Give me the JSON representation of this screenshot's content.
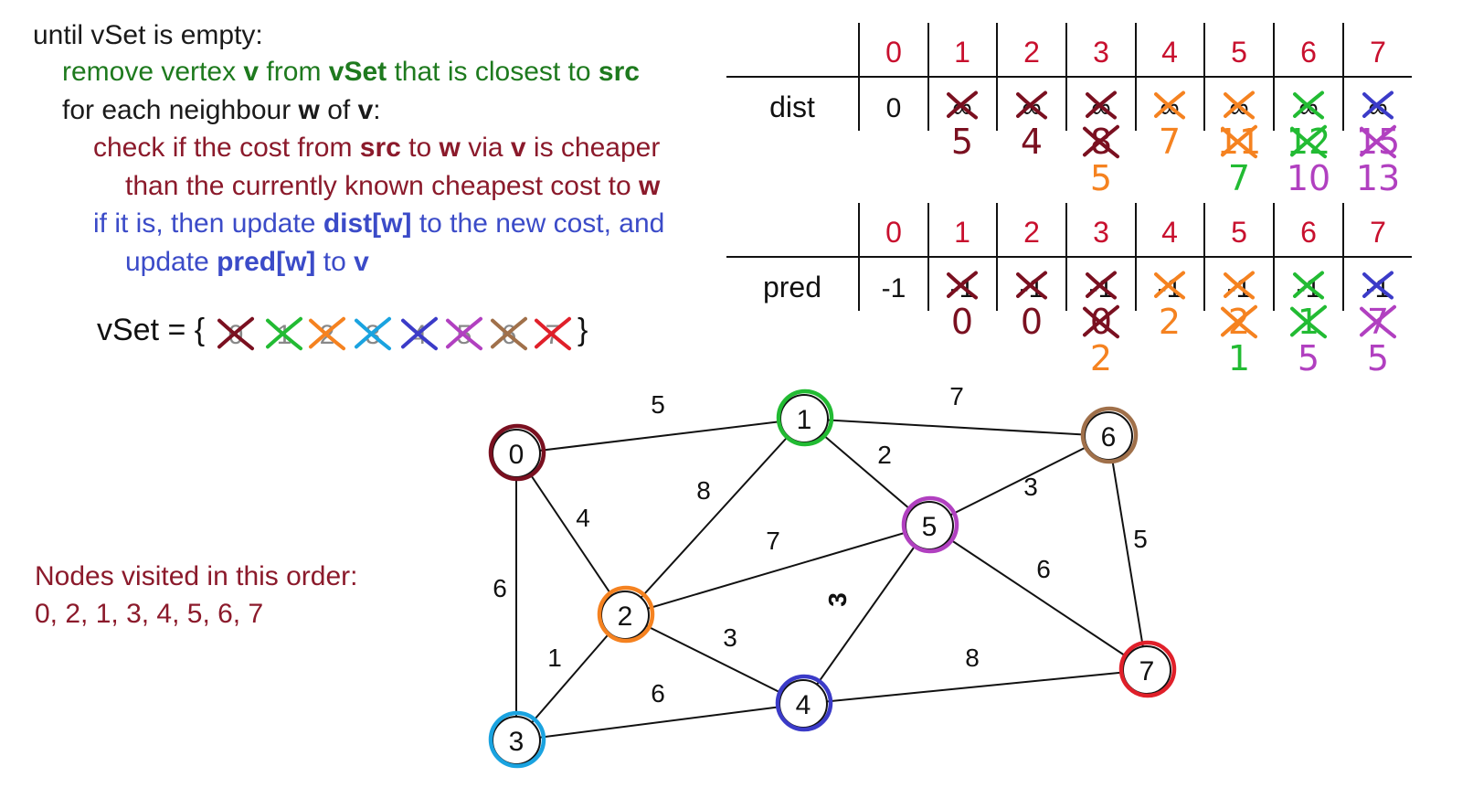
{
  "algorithm": {
    "line1": "until vSet is empty:",
    "line2_a": "remove vertex ",
    "line2_v": "v",
    "line2_b": " from ",
    "line2_vset": "vSet",
    "line2_c": " that is closest to ",
    "line2_src": "src",
    "line3_a": "for each neighbour ",
    "line3_w": "w",
    "line3_b": " of ",
    "line3_v": "v",
    "line3_c": ":",
    "line4_a": "check if the cost from ",
    "line4_src": "src",
    "line4_b": " to ",
    "line4_w": "w",
    "line4_c": " via ",
    "line4_v": "v",
    "line4_d": " is cheaper",
    "line5_a": "than the currently known cheapest cost to ",
    "line5_w": "w",
    "line6_a": "if it is, then update ",
    "line6_dist": "dist[w]",
    "line6_b": " to the new cost, and",
    "line7_a": "update ",
    "line7_pred": "pred[w]",
    "line7_b": " to ",
    "line7_v": "v"
  },
  "vset": {
    "label": "vSet = {",
    "close": "}",
    "items": [
      "0",
      "1",
      "2",
      "3",
      "4",
      "5",
      "6",
      "7"
    ]
  },
  "visited": {
    "line1": "Nodes visited in this order:",
    "line2": "0,  2,  1,  3,  4,  5,  6,  7"
  },
  "dist_table": {
    "label": "dist",
    "headers": [
      "0",
      "1",
      "2",
      "3",
      "4",
      "5",
      "6",
      "7"
    ],
    "initial": [
      "0",
      "∞",
      "∞",
      "∞",
      "∞",
      "∞",
      "∞",
      "∞"
    ],
    "updates": [
      [],
      [
        {
          "value": "5",
          "color": "#7a1020",
          "crossed": false
        }
      ],
      [
        {
          "value": "4",
          "color": "#7a1020",
          "crossed": false
        }
      ],
      [
        {
          "value": "8",
          "color": "#7a1020",
          "crossed": true
        },
        {
          "value": "5",
          "color": "#f58220",
          "crossed": false
        }
      ],
      [
        {
          "value": "7",
          "color": "#f58220",
          "crossed": false
        }
      ],
      [
        {
          "value": "11",
          "color": "#f58220",
          "crossed": true
        },
        {
          "value": "7",
          "color": "#22bb33",
          "crossed": false
        }
      ],
      [
        {
          "value": "12",
          "color": "#22bb33",
          "crossed": true
        },
        {
          "value": "10",
          "color": "#b140c0",
          "crossed": false
        }
      ],
      [
        {
          "value": "15",
          "color": "#b140c0",
          "crossed": true
        },
        {
          "value": "13",
          "color": "#b140c0",
          "crossed": false
        }
      ]
    ]
  },
  "pred_table": {
    "label": "pred",
    "headers": [
      "0",
      "1",
      "2",
      "3",
      "4",
      "5",
      "6",
      "7"
    ],
    "initial": [
      "-1",
      "-1",
      "-1",
      "-1",
      "-1",
      "-1",
      "-1",
      "-1"
    ],
    "updates": [
      [],
      [
        {
          "value": "0",
          "color": "#7a1020",
          "crossed": false
        }
      ],
      [
        {
          "value": "0",
          "color": "#7a1020",
          "crossed": false
        }
      ],
      [
        {
          "value": "0",
          "color": "#7a1020",
          "crossed": true
        },
        {
          "value": "2",
          "color": "#f58220",
          "crossed": false
        }
      ],
      [
        {
          "value": "2",
          "color": "#f58220",
          "crossed": false
        }
      ],
      [
        {
          "value": "2",
          "color": "#f58220",
          "crossed": true
        },
        {
          "value": "1",
          "color": "#22bb33",
          "crossed": false
        }
      ],
      [
        {
          "value": "1",
          "color": "#22bb33",
          "crossed": true
        },
        {
          "value": "5",
          "color": "#b140c0",
          "crossed": false
        }
      ],
      [
        {
          "value": "7",
          "color": "#b140c0",
          "crossed": true
        },
        {
          "value": "5",
          "color": "#b140c0",
          "crossed": false
        }
      ]
    ]
  },
  "graph": {
    "nodes": [
      {
        "id": "0",
        "circle_color": "#7a1020"
      },
      {
        "id": "1",
        "circle_color": "#22bb33"
      },
      {
        "id": "2",
        "circle_color": "#f58220"
      },
      {
        "id": "3",
        "circle_color": "#1aa3e0"
      },
      {
        "id": "4",
        "circle_color": "#3b3bc8"
      },
      {
        "id": "5",
        "circle_color": "#b140c0"
      },
      {
        "id": "6",
        "circle_color": "#a0704a"
      },
      {
        "id": "7",
        "circle_color": "#e0202a"
      }
    ],
    "edges": [
      {
        "from": "0",
        "to": "1",
        "weight": "5"
      },
      {
        "from": "0",
        "to": "2",
        "weight": "4"
      },
      {
        "from": "0",
        "to": "3",
        "weight": "6"
      },
      {
        "from": "1",
        "to": "2",
        "weight": "8"
      },
      {
        "from": "1",
        "to": "5",
        "weight": "2"
      },
      {
        "from": "1",
        "to": "6",
        "weight": "7"
      },
      {
        "from": "2",
        "to": "3",
        "weight": "1"
      },
      {
        "from": "2",
        "to": "4",
        "weight": "3"
      },
      {
        "from": "2",
        "to": "5",
        "weight": "7"
      },
      {
        "from": "3",
        "to": "4",
        "weight": "6"
      },
      {
        "from": "4",
        "to": "5",
        "weight": "3"
      },
      {
        "from": "4",
        "to": "7",
        "weight": "8"
      },
      {
        "from": "5",
        "to": "6",
        "weight": "3"
      },
      {
        "from": "5",
        "to": "7",
        "weight": "6"
      },
      {
        "from": "6",
        "to": "7",
        "weight": "5"
      }
    ]
  },
  "colors": {
    "vset_crosses": [
      "#7a1020",
      "#22bb33",
      "#f58220",
      "#1aa3e0",
      "#3b3bc8",
      "#b140c0",
      "#a0704a",
      "#e0202a"
    ],
    "cell_crosses": [
      "#7a1020",
      "#7a1020",
      "#7a1020",
      "#f58220",
      "#f58220",
      "#22bb33",
      "#3b3bc8"
    ],
    "header_red": "#c8102e"
  }
}
